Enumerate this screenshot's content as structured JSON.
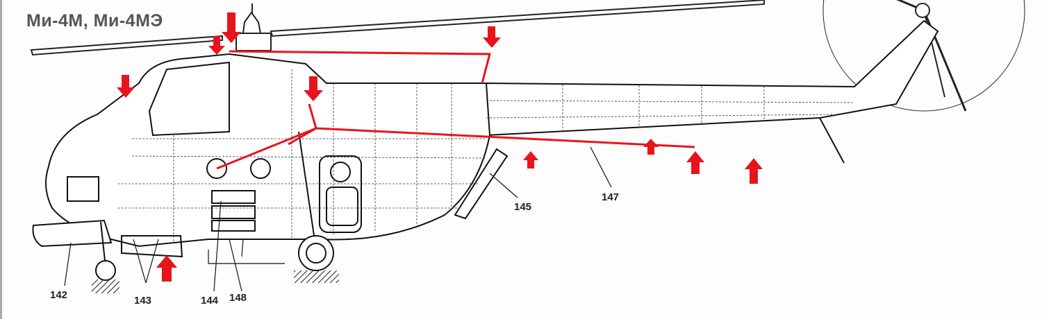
{
  "title": "Ми-4М, Ми-4МЭ",
  "callouts": [
    "142",
    "143",
    "144",
    "148",
    "145",
    "147"
  ],
  "colors": {
    "annotation": "#e8141c",
    "line": "#111111"
  }
}
